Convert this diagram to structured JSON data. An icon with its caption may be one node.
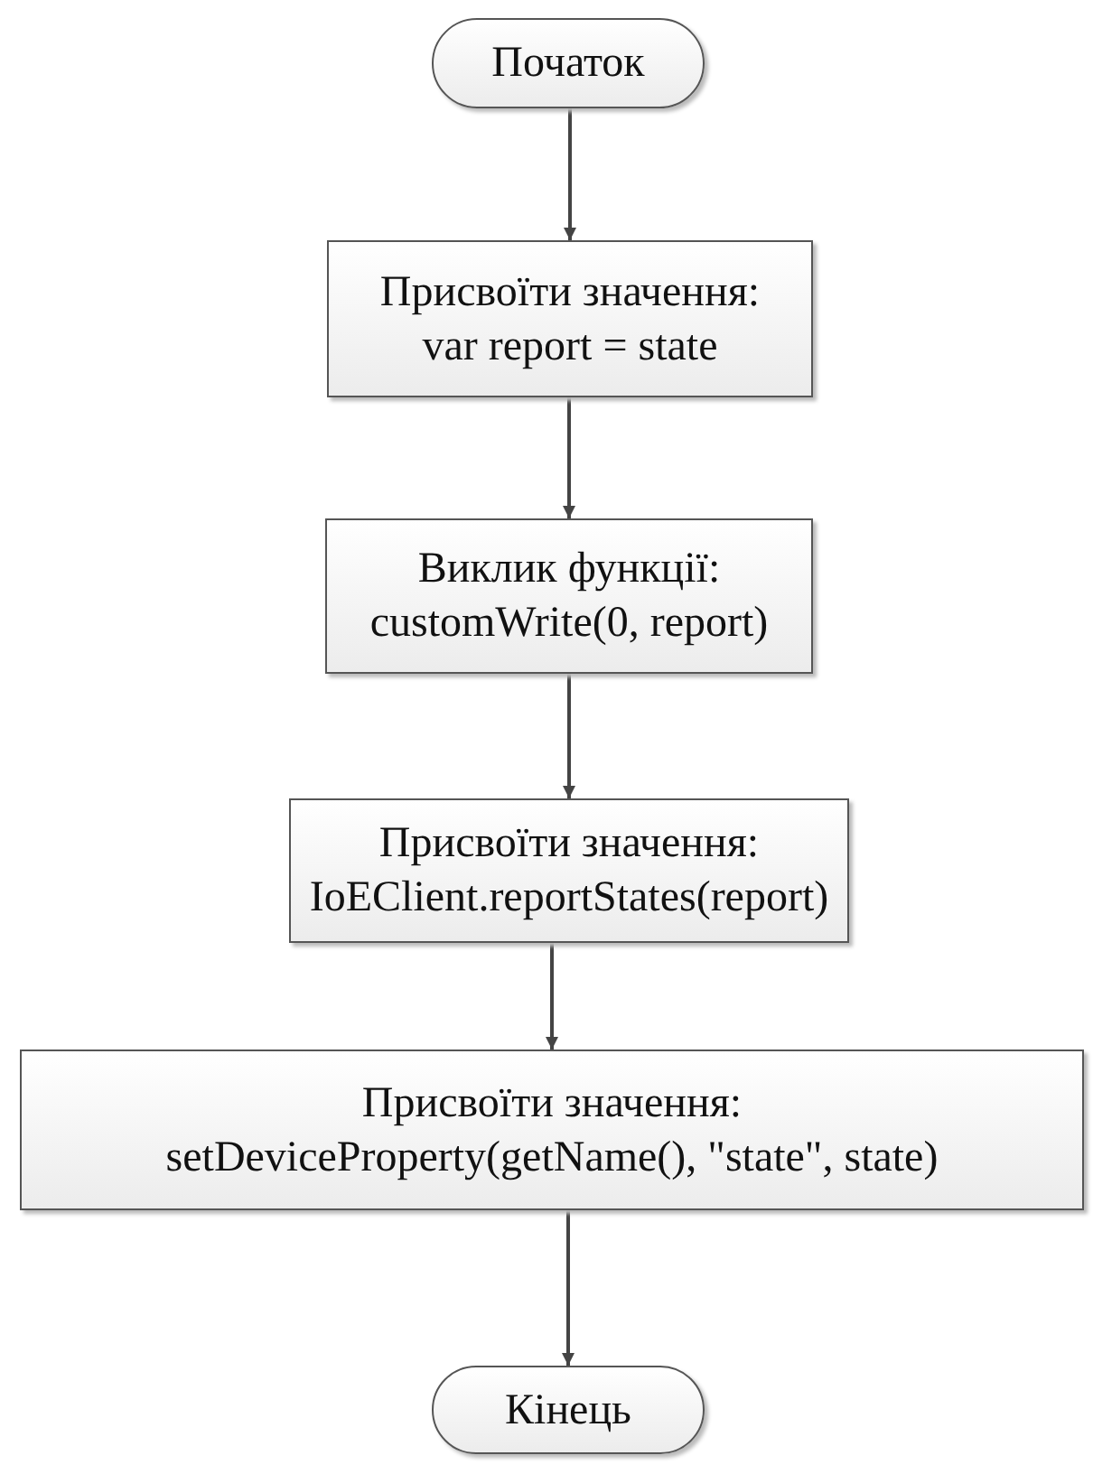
{
  "diagram": {
    "nodes": [
      {
        "text": [
          "Початок"
        ]
      },
      {
        "text": [
          "Присвоїти значення:",
          "var report = state"
        ]
      },
      {
        "text": [
          "Виклик функції:",
          "customWrite(0, report)"
        ]
      },
      {
        "text": [
          "Присвоїти значення:",
          "IoEClient.reportStates(report)"
        ]
      },
      {
        "text": [
          "Присвоїти значення:",
          "setDeviceProperty(getName(), \"state\", state)"
        ]
      },
      {
        "text": [
          "Кінець"
        ]
      }
    ],
    "edges": [
      {
        "from": 0,
        "to": 1,
        "arrow": "to"
      },
      {
        "from": 1,
        "to": 2,
        "arrow": "to"
      },
      {
        "from": 2,
        "to": 3,
        "arrow": "to"
      },
      {
        "from": 3,
        "to": 4,
        "arrow": "to"
      },
      {
        "from": 4,
        "to": 5,
        "arrow": "to"
      }
    ]
  }
}
